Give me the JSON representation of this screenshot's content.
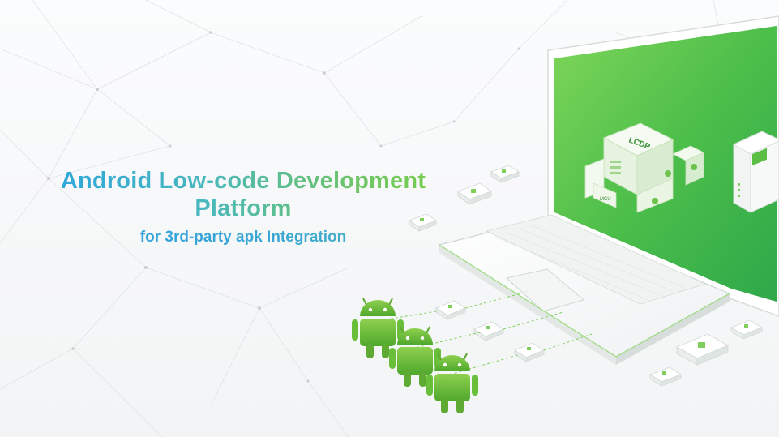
{
  "slide": {
    "title_line1": "Android Low-code Development",
    "title_line2": "Platform",
    "subtitle": "for 3rd-party apk Integration",
    "screen_badge": "LCDP",
    "chip_label": "MCU"
  },
  "colors": {
    "title_blue": "#2aa4df",
    "title_green": "#7ccf48",
    "android_green": "#6abf3a",
    "screen_green": "#4cbe4a"
  },
  "icons": [
    "network-background",
    "laptop-icon",
    "lcdp-server-icon",
    "android-robot-icon",
    "chip-tile-icon",
    "connector-line-icon"
  ]
}
